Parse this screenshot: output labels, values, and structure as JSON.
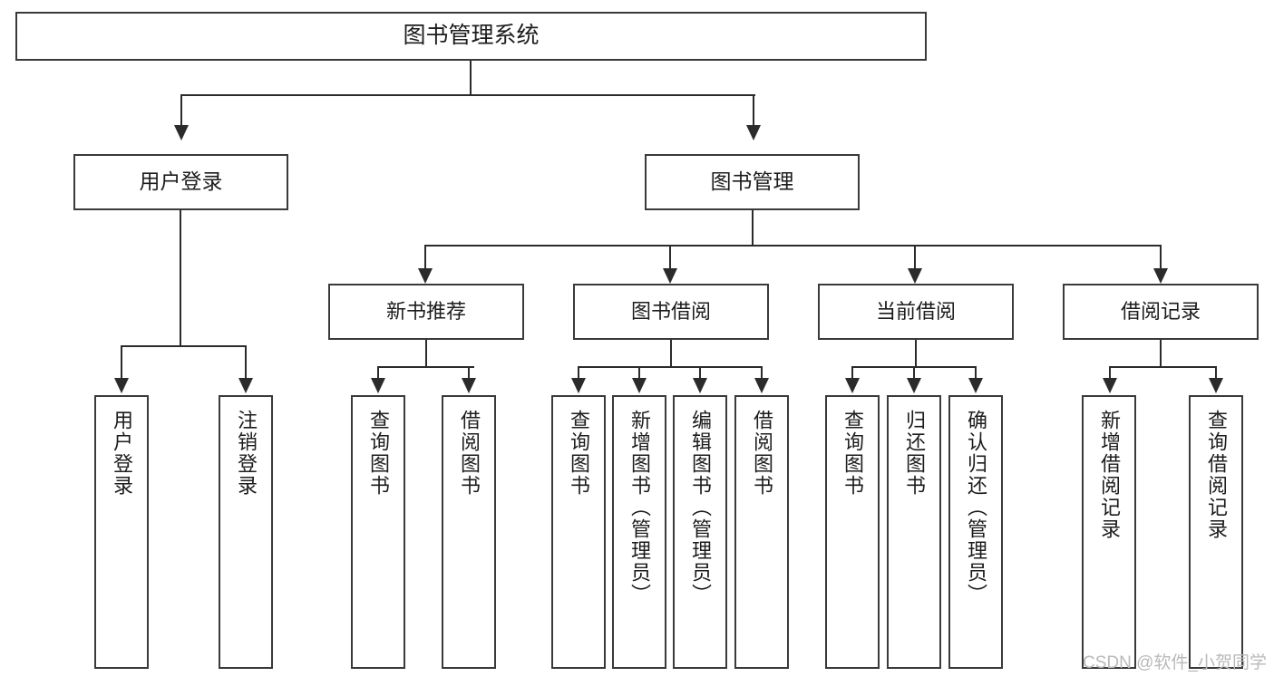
{
  "diagram": {
    "type": "tree",
    "title": "图书管理系统",
    "root": {
      "label": "图书管理系统"
    },
    "level2": [
      {
        "id": "user-login",
        "label": "用户登录"
      },
      {
        "id": "book-manage",
        "label": "图书管理"
      }
    ],
    "level3": [
      {
        "id": "new-book-recommend",
        "label": "新书推荐",
        "parent": "book-manage"
      },
      {
        "id": "book-borrow",
        "label": "图书借阅",
        "parent": "book-manage"
      },
      {
        "id": "current-borrow",
        "label": "当前借阅",
        "parent": "book-manage"
      },
      {
        "id": "borrow-record",
        "label": "借阅记录",
        "parent": "book-manage"
      }
    ],
    "leaves": {
      "user-login": [
        {
          "id": "leaf-user-login",
          "label": "用户登录"
        },
        {
          "id": "leaf-logout-login",
          "label": "注销登录"
        }
      ],
      "new-book-recommend": [
        {
          "id": "leaf-query-book-1",
          "label": "查询图书"
        },
        {
          "id": "leaf-borrow-book-1",
          "label": "借阅图书"
        }
      ],
      "book-borrow": [
        {
          "id": "leaf-query-book-2",
          "label": "查询图书"
        },
        {
          "id": "leaf-add-book",
          "label": "新增图书（管理员）"
        },
        {
          "id": "leaf-edit-book",
          "label": "编辑图书（管理员）"
        },
        {
          "id": "leaf-borrow-book-2",
          "label": "借阅图书"
        }
      ],
      "current-borrow": [
        {
          "id": "leaf-query-book-3",
          "label": "查询图书"
        },
        {
          "id": "leaf-return-book",
          "label": "归还图书"
        },
        {
          "id": "leaf-confirm-return",
          "label": "确认归还（管理员）"
        }
      ],
      "borrow-record": [
        {
          "id": "leaf-add-record",
          "label": "新增借阅记录"
        },
        {
          "id": "leaf-query-record",
          "label": "查询借阅记录"
        }
      ]
    }
  },
  "watermark": {
    "text": "CSDN @软件_小贺同学"
  },
  "colors": {
    "box_border": "#3a3a3a",
    "connector": "#2b2b2b",
    "text": "#1c1c1c",
    "background": "#ffffff",
    "watermark": "#b9b9b9"
  }
}
